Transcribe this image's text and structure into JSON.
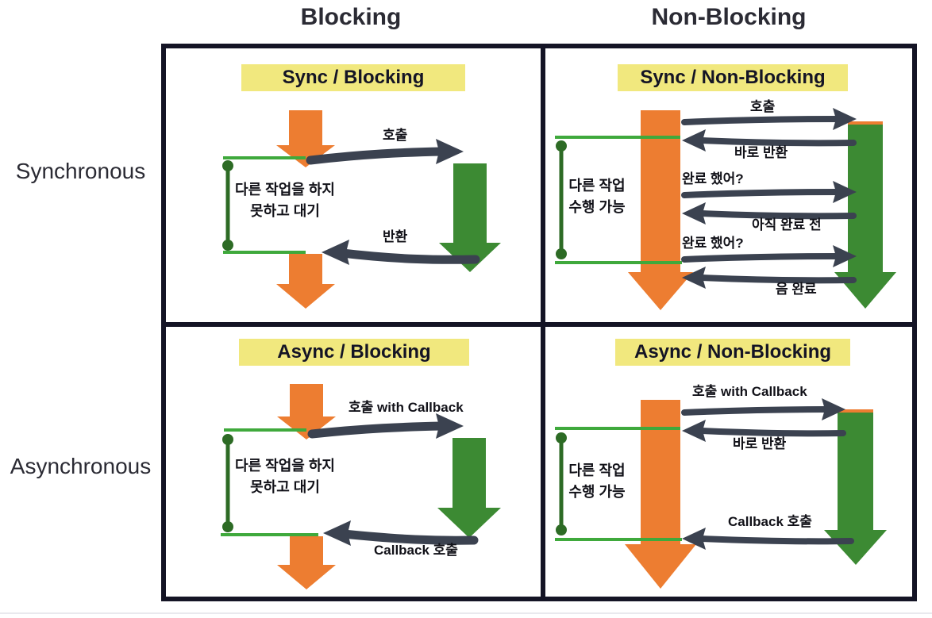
{
  "colors": {
    "orange": "#ed7d31",
    "green_arrow": "#3c8a33",
    "green_line": "#3fa93c",
    "green_bracket": "#2d6b25",
    "dark_arrow": "#3b4250",
    "banner_yellow": "#f1e87e",
    "frame": "#141425",
    "text": "#111118"
  },
  "axes": {
    "columns": [
      "Blocking",
      "Non-Blocking"
    ],
    "rows": [
      "Synchronous",
      "Asynchronous"
    ]
  },
  "quadrants": {
    "sync_blocking": {
      "title": "Sync / Blocking",
      "wait_label_line1": "다른 작업을 하지",
      "wait_label_line2": "못하고 대기",
      "call_label": "호출",
      "return_label": "반환"
    },
    "sync_nonblocking": {
      "title": "Sync / Non-Blocking",
      "wait_label_line1": "다른 작업",
      "wait_label_line2": "수행 가능",
      "call_label": "호출",
      "immediate_return_label": "바로 반환",
      "poll1_label": "완료 했어?",
      "poll1_reply_label": "아직 완료 전",
      "poll2_label": "완료 했어?",
      "poll2_reply_label": "음 완료"
    },
    "async_blocking": {
      "title": "Async / Blocking",
      "wait_label_line1": "다른 작업을 하지",
      "wait_label_line2": "못하고 대기",
      "call_label": "호출 with Callback",
      "callback_label": "Callback 호출"
    },
    "async_nonblocking": {
      "title": "Async / Non-Blocking",
      "wait_label_line1": "다른 작업",
      "wait_label_line2": "수행 가능",
      "call_label": "호출 with Callback",
      "immediate_return_label": "바로 반환",
      "callback_label": "Callback 호출"
    }
  }
}
